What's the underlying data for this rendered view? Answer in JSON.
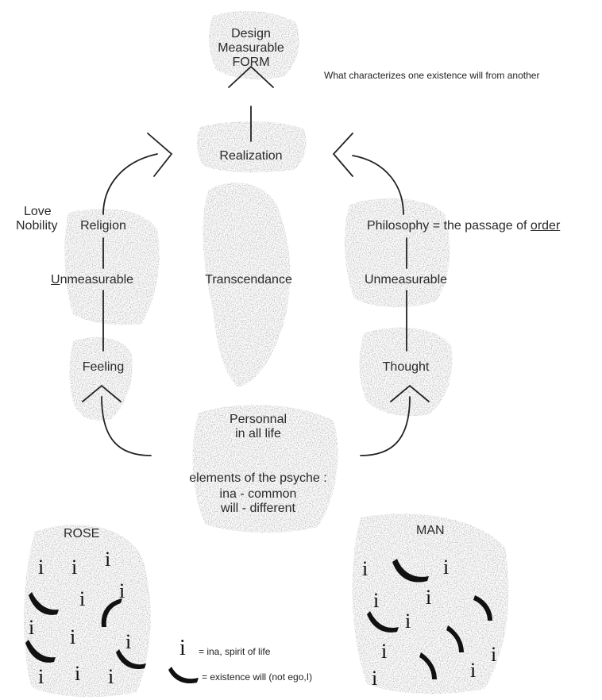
{
  "top": {
    "design": "Design",
    "measurable": "Measurable",
    "form": "FORM",
    "note": "What characterizes one existence will from another"
  },
  "center": {
    "realization": "Realization",
    "transcendance": "Transcendance"
  },
  "left": {
    "love": "Love",
    "nobility": "Nobility",
    "religion": "Religion",
    "unmeasurable_u": "U",
    "unmeasurable_rest": "nmeasurable",
    "feeling": "Feeling"
  },
  "right": {
    "philosophy": "Philosophy = the passage of ",
    "order": "order",
    "unmeasurable": "Unmeasurable",
    "thought": "Thought"
  },
  "bottom": {
    "personnal": "Personnal",
    "in_all_life": "in all life",
    "elements": "elements of the psyche :",
    "ina_common": "ina - common",
    "will_different": "will - different"
  },
  "rose": {
    "title": "ROSE"
  },
  "man": {
    "title": "MAN"
  },
  "legend": {
    "ina_symbol": "i",
    "ina_text": "= ina, spirit of life",
    "will_text": "= existence will (not ego,I)"
  },
  "colors": {
    "ink": "#222222",
    "smudge": "#8a8a8a"
  }
}
